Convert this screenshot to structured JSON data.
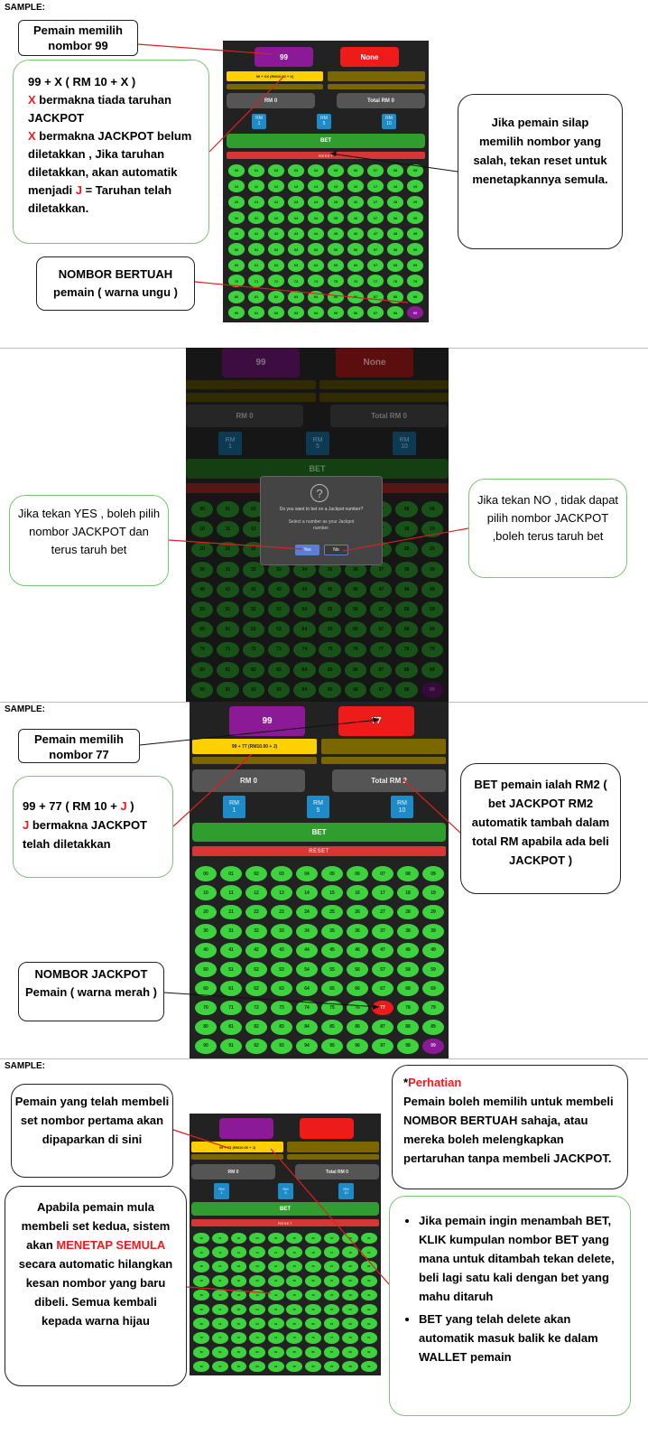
{
  "sample_label": "SAMPLE:",
  "ui": {
    "lucky_number": "99",
    "jackpot_none": "None",
    "jackpot_77": "77",
    "bet_set_label_1": "99 + XX (RM10.00 + X)",
    "bet_set_label_3": "99 + 77 (RM10.00 + J)",
    "bet_set_label_4": "99 + 77 (RM10.00 + J)",
    "rm_total_left": "RM 0",
    "total_right_0": "Total RM 0",
    "total_right_2": "Total RM 2",
    "chips": [
      {
        "line1": "RM",
        "line2": "1"
      },
      {
        "line1": "RM",
        "line2": "5"
      },
      {
        "line1": "RM",
        "line2": "10"
      }
    ],
    "bet_label": "BET",
    "reset_label": "RESET",
    "dialog_question": "Do you want to bet on a Jackpot number?",
    "dialog_sub": "Select a number as your Jackpot number.",
    "dialog_yes": "Yes",
    "dialog_no": "No"
  },
  "panel1": {
    "callout_pick_99": "Pemain memilih nombor 99",
    "callout_formula": {
      "formula_line": "99 + X  ( RM 10 + X )",
      "x1": "X",
      "x1_rest": " bermakna tiada taruhan JACKPOT",
      "x2": "X",
      "x2_rest": " bermakna JACKPOT belum diletakkan ,  Jika taruhan diletakkan, akan automatik menjadi ",
      "j": "J",
      "j_rest": " = Taruhan telah diletakkan."
    },
    "callout_reset": "Jika pemain silap memilih nombor yang salah, tekan reset untuk menetapkannya semula.",
    "callout_lucky": "NOMBOR BERTUAH pemain ( warna ungu )"
  },
  "panel2": {
    "callout_yes": "Jika tekan YES , boleh pilih nombor JACKPOT dan terus taruh bet",
    "callout_no": "Jika tekan NO ,  tidak dapat pilih nombor JACKPOT ,boleh terus taruh bet"
  },
  "panel3": {
    "callout_pick_77": "Pemain memilih nombor 77",
    "callout_formula": {
      "formula_a": "99 + 77  ( RM 10 + ",
      "j1": "J",
      "formula_b": " )",
      "j2": "J",
      "j2_rest": " bermakna JACKPOT telah diletakkan"
    },
    "callout_bet_total": "BET pemain ialah RM2 ( bet JACKPOT RM2 automatik tambah dalam total RM apabila ada beli JACKPOT )",
    "callout_jackpot": "NOMBOR JACKPOT Pemain ( warna merah )"
  },
  "panel4": {
    "callout_first_set": "Pemain yang telah membeli set nombor pertama akan dipaparkan di sini",
    "callout_second_set": {
      "part1": "Apabila pemain mula membeli set kedua, sistem akan ",
      "highlight": "MENETAP SEMULA",
      "part2": " secara automatic hilangkan kesan nombor yang baru dibeli. Semua kembali kepada warna hijau"
    },
    "callout_attention": {
      "star": "*",
      "title": "Perhatian",
      "body": "Pemain boleh memilih untuk membeli NOMBOR BERTUAH sahaja, atau mereka boleh melengkapkan pertaruhan tanpa membeli JACKPOT."
    },
    "callout_bullets": [
      "Jika pemain ingin menambah BET, KLIK kumpulan nombor BET yang mana untuk ditambah tekan delete, beli lagi satu kali dengan bet yang mahu ditaruh",
      "BET yang telah delete akan automatik masuk balik ke dalam WALLET pemain"
    ]
  },
  "colors": {
    "background": "#222222",
    "lucky_purple": "#8c1a96",
    "jackpot_red": "#ee1b1b",
    "number_green": "#3fd23f",
    "bet_green": "#2f9e2f",
    "set_yellow": "#ffd000",
    "chip_blue": "#1c8bc7"
  },
  "grid": {
    "rows": 10,
    "cols": 10,
    "numbers": [
      "00",
      "01",
      "02",
      "03",
      "04",
      "05",
      "06",
      "07",
      "08",
      "09",
      "10",
      "11",
      "12",
      "13",
      "14",
      "15",
      "16",
      "17",
      "18",
      "19",
      "20",
      "21",
      "22",
      "23",
      "24",
      "25",
      "26",
      "27",
      "28",
      "29",
      "30",
      "31",
      "32",
      "33",
      "34",
      "35",
      "36",
      "37",
      "38",
      "39",
      "40",
      "41",
      "42",
      "43",
      "44",
      "45",
      "46",
      "47",
      "48",
      "49",
      "50",
      "51",
      "52",
      "53",
      "54",
      "55",
      "56",
      "57",
      "58",
      "59",
      "60",
      "61",
      "62",
      "63",
      "64",
      "65",
      "66",
      "67",
      "68",
      "69",
      "70",
      "71",
      "72",
      "73",
      "74",
      "75",
      "76",
      "77",
      "78",
      "79",
      "80",
      "81",
      "82",
      "83",
      "84",
      "85",
      "86",
      "87",
      "88",
      "89",
      "90",
      "91",
      "92",
      "93",
      "94",
      "95",
      "96",
      "97",
      "98",
      "99"
    ]
  }
}
